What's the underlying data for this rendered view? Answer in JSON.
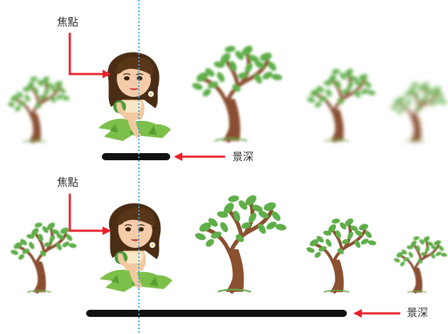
{
  "panels": [
    {
      "focus_label": "焦點",
      "depth_of_field_label": "景深",
      "depth_of_field": "shallow"
    },
    {
      "focus_label": "焦點",
      "depth_of_field_label": "景深",
      "depth_of_field": "deep"
    }
  ],
  "colors": {
    "arrow": "#e8202a",
    "focus_line": "#3aa7d8",
    "dof_bar": "#111111",
    "tree_trunk": "#8a5030",
    "tree_leaf": "#5fae4a",
    "skirt": "#7cc04a"
  },
  "icons": {
    "subject": "girl-figure",
    "tree": "tree-icon"
  }
}
